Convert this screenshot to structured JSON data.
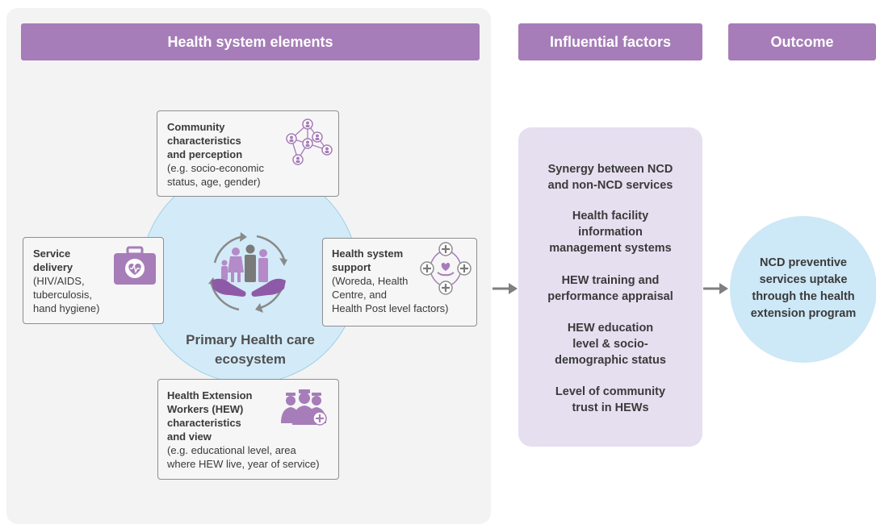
{
  "headers": {
    "elements": "Health system elements",
    "factors": "Influential factors",
    "outcome": "Outcome"
  },
  "ecosystem": {
    "title": "Primary Health care\necosystem"
  },
  "boxes": {
    "community": {
      "title": "Community\ncharacteristics\nand perception",
      "desc": "(e.g. socio-economic\nstatus, age, gender)",
      "icon": "community-network-icon"
    },
    "service": {
      "title": "Service\ndelivery",
      "desc": "(HIV/AIDS,\ntuberculosis,\nhand hygiene)",
      "icon": "medical-kit-icon"
    },
    "support": {
      "title": "Health system\nsupport",
      "desc": "(Woreda, Health\nCentre, and\nHealth Post level factors)",
      "icon": "health-support-icon"
    },
    "hew": {
      "title": "Health Extension\nWorkers (HEW)\ncharacteristics\nand view",
      "desc": "(e.g. educational level, area\nwhere HEW live, year of service)",
      "icon": "health-workers-icon"
    }
  },
  "factors": [
    "Synergy between NCD\nand non-NCD services",
    "Health facility\ninformation\nmanagement systems",
    "HEW training and\nperformance appraisal",
    "HEW education\nlevel & socio-\ndemographic status",
    "Level of community\ntrust in HEWs"
  ],
  "outcome": {
    "text": "NCD preventive\nservices uptake\nthrough the health\nextension program"
  },
  "colors": {
    "purple": "#a67db8",
    "panel": "#f3f3f4",
    "circle": "#d3ebf8",
    "factors_bg": "#e6dff0",
    "outcome_bg": "#cde8f7",
    "arrow": "#7f7f7f"
  }
}
